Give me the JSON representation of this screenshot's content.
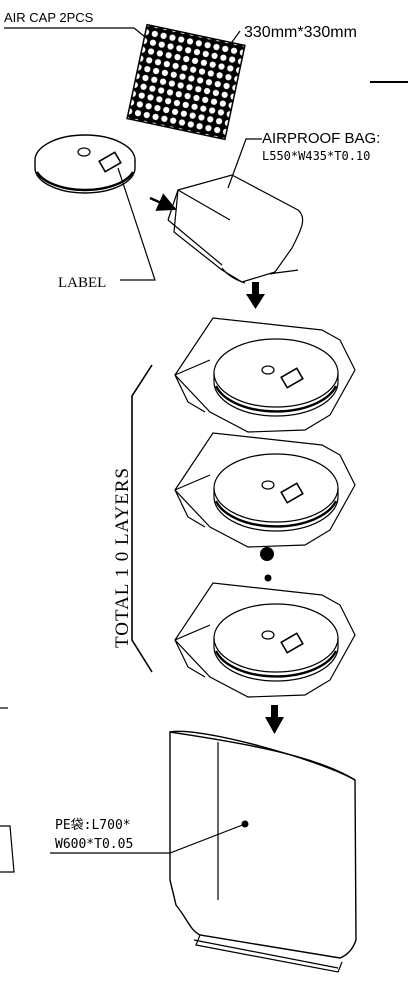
{
  "labels": {
    "air_cap": "AIR  CAP  2PCS",
    "air_cap_size": "330mm*330mm",
    "airproof_bag": "AIRPROOF  BAG:",
    "airproof_bag_size": "L550*W435*T0.10",
    "label": "LABEL",
    "total_layers": "TOTAL  1 0  LAYERS",
    "pe_bag_line1": "PE袋:L700*",
    "pe_bag_line2": "W600*T0.05"
  }
}
